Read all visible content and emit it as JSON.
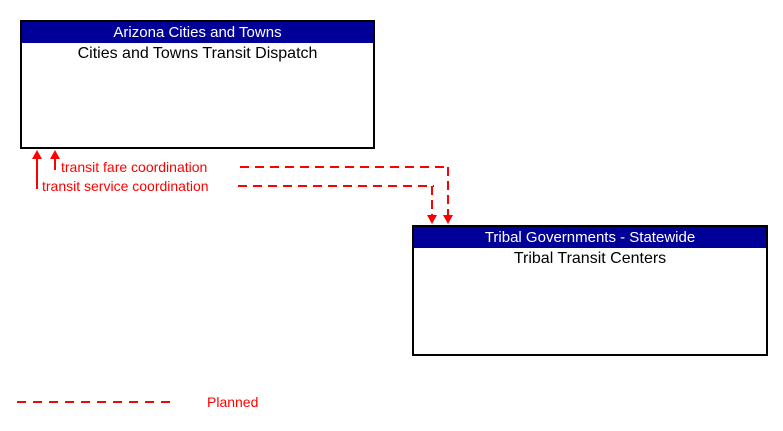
{
  "entities": [
    {
      "header": "Arizona Cities and Towns",
      "title": "Cities and Towns Transit Dispatch"
    },
    {
      "header": "Tribal Governments - Statewide",
      "title": "Tribal Transit Centers"
    }
  ],
  "flows": [
    {
      "label": "transit fare coordination",
      "status": "planned",
      "from": "Tribal Transit Centers",
      "to": "Cities and Towns Transit Dispatch"
    },
    {
      "label": "transit service coordination",
      "status": "planned",
      "from": "Tribal Transit Centers",
      "to": "Cities and Towns Transit Dispatch"
    }
  ],
  "legend": {
    "label": "Planned",
    "line_style": "dashed"
  },
  "colors": {
    "entity_header_bg": "#000099",
    "entity_header_text": "#ffffff",
    "entity_border": "#000000",
    "flow_color": "#ff0000",
    "background": "#ffffff"
  }
}
